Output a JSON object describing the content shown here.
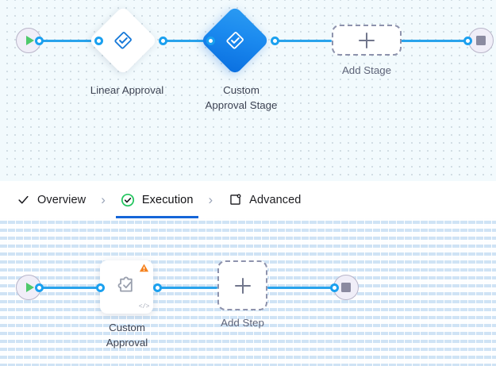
{
  "theme": {
    "accent_blue": "#1aa0ef",
    "selected_blue": "#127fe8",
    "active_tab_underline": "#1565d8",
    "success_green": "#22c55e",
    "warning_orange": "#f5821f",
    "canvas_top_bg": "#f2fafd",
    "canvas_bottom_bg": "#fdfeff",
    "terminal_fill": "#f0eef8"
  },
  "stage_canvas": {
    "start_node": {
      "name": "Start",
      "icon": "play-icon"
    },
    "end_node": {
      "name": "End",
      "icon": "stop-icon"
    },
    "stages": [
      {
        "label": "Linear Approval",
        "icon": "approval-stage-icon",
        "selected": false
      },
      {
        "label": "Custom\nApproval Stage",
        "icon": "approval-stage-icon",
        "selected": true
      }
    ],
    "add_stage": {
      "label": "Add Stage",
      "icon": "plus-icon"
    }
  },
  "tabs": {
    "items": [
      {
        "label": "Overview",
        "icon": "check-icon",
        "active": false
      },
      {
        "label": "Execution",
        "icon": "check-circle-icon",
        "active": true
      },
      {
        "label": "Advanced",
        "icon": "advanced-gear-icon",
        "active": false
      }
    ],
    "separator": "›"
  },
  "step_canvas": {
    "start_node": {
      "name": "Start",
      "icon": "play-icon"
    },
    "end_node": {
      "name": "End",
      "icon": "stop-icon"
    },
    "steps": [
      {
        "label": "Custom\nApproval",
        "icon": "custom-approval-plugin-icon",
        "warning_icon": "warning-triangle-icon",
        "code_badge": "</>"
      }
    ],
    "add_step": {
      "label": "Add Step",
      "icon": "plus-icon"
    }
  }
}
